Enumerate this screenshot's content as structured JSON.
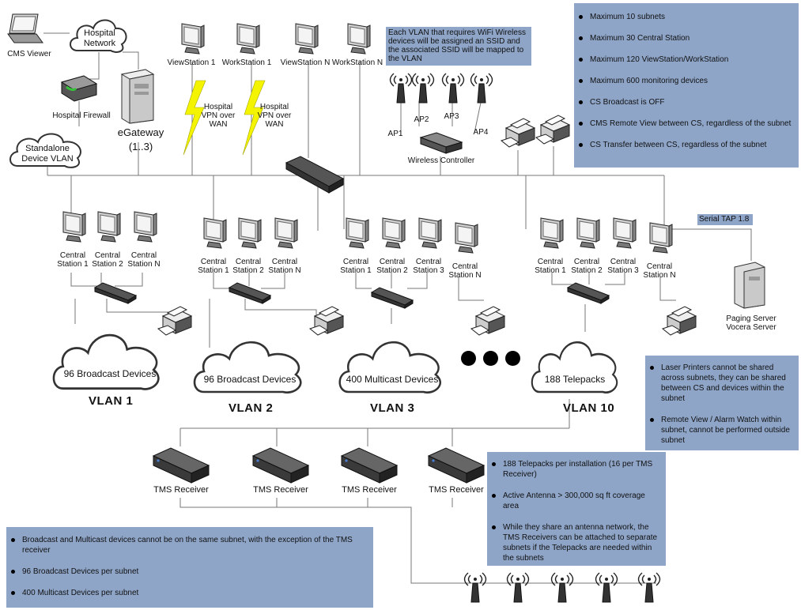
{
  "cms_viewer": "CMS Viewer",
  "hospital_network": "Hospital Network",
  "hospital_firewall": "Hospital Firewall",
  "egateway": "eGateway",
  "egateway_range": "(1..3)",
  "standalone_vlan": "Standalone Device VLAN",
  "top_stations": [
    "ViewStation 1",
    "WorkStation 1",
    "ViewStation N",
    "WorkStation N"
  ],
  "vpn_label": "Hospital VPN over WAN",
  "vlan_note": "Each VLAN that requires WiFi Wireless devices will be assigned an SSID and the associated SSID will be mapped to the VLAN",
  "access_points": [
    "AP1",
    "AP2",
    "AP3",
    "AP4"
  ],
  "wireless_controller": "Wireless Controller",
  "limits_box": [
    "Maximum 10 subnets",
    "Maximum 30 Central Station",
    "Maximum 120 ViewStation/WorkStation",
    "Maximum 600 monitoring devices",
    "CS Broadcast is OFF",
    "CMS Remote View between CS, regardless of the subnet",
    "CS Transfer between CS, regardless of the subnet"
  ],
  "serial_tap": "Serial TAP 1.8",
  "paging_server": "Paging Server",
  "vocera_server": "Vocera Server",
  "vlan1_stations": [
    "Central Station 1",
    "Central Station 2",
    "Central Station N"
  ],
  "vlan2_stations": [
    "Central Station 1",
    "Central Station 2",
    "Central Station N"
  ],
  "vlan3_stations": [
    "Central Station 1",
    "Central Station 2",
    "Central Station 3",
    "Central Station N"
  ],
  "vlan10_stations": [
    "Central Station 1",
    "Central Station 2",
    "Central Station 3",
    "Central Station N"
  ],
  "clouds": [
    "96 Broadcast Devices",
    "96 Broadcast Devices",
    "400 Multicast Devices",
    "188 Telepacks"
  ],
  "vlans": [
    "VLAN 1",
    "VLAN 2",
    "VLAN 3",
    "VLAN 10"
  ],
  "printer_note": [
    "Laser Printers cannot be shared across subnets, they can be shared between CS and devices within the subnet",
    "Remote View / Alarm Watch within subnet, cannot be performed outside subnet"
  ],
  "tms_receiver": "TMS Receiver",
  "telepack_note": [
    "188 Telepacks per installation (16 per TMS Receiver)",
    "Active Antenna > 300,000 sq ft coverage area",
    "While they share an antenna network, the TMS Receivers can be attached to separate subnets if the Telepacks are needed within the subnets"
  ],
  "subnet_note": [
    "Broadcast and Multicast devices cannot be on the same subnet, with the exception of the TMS receiver",
    "96 Broadcast Devices per subnet",
    "400 Multicast Devices per subnet"
  ],
  "colors": {
    "note_bg": "#8ea5c8",
    "lightning": "#f4f400"
  }
}
